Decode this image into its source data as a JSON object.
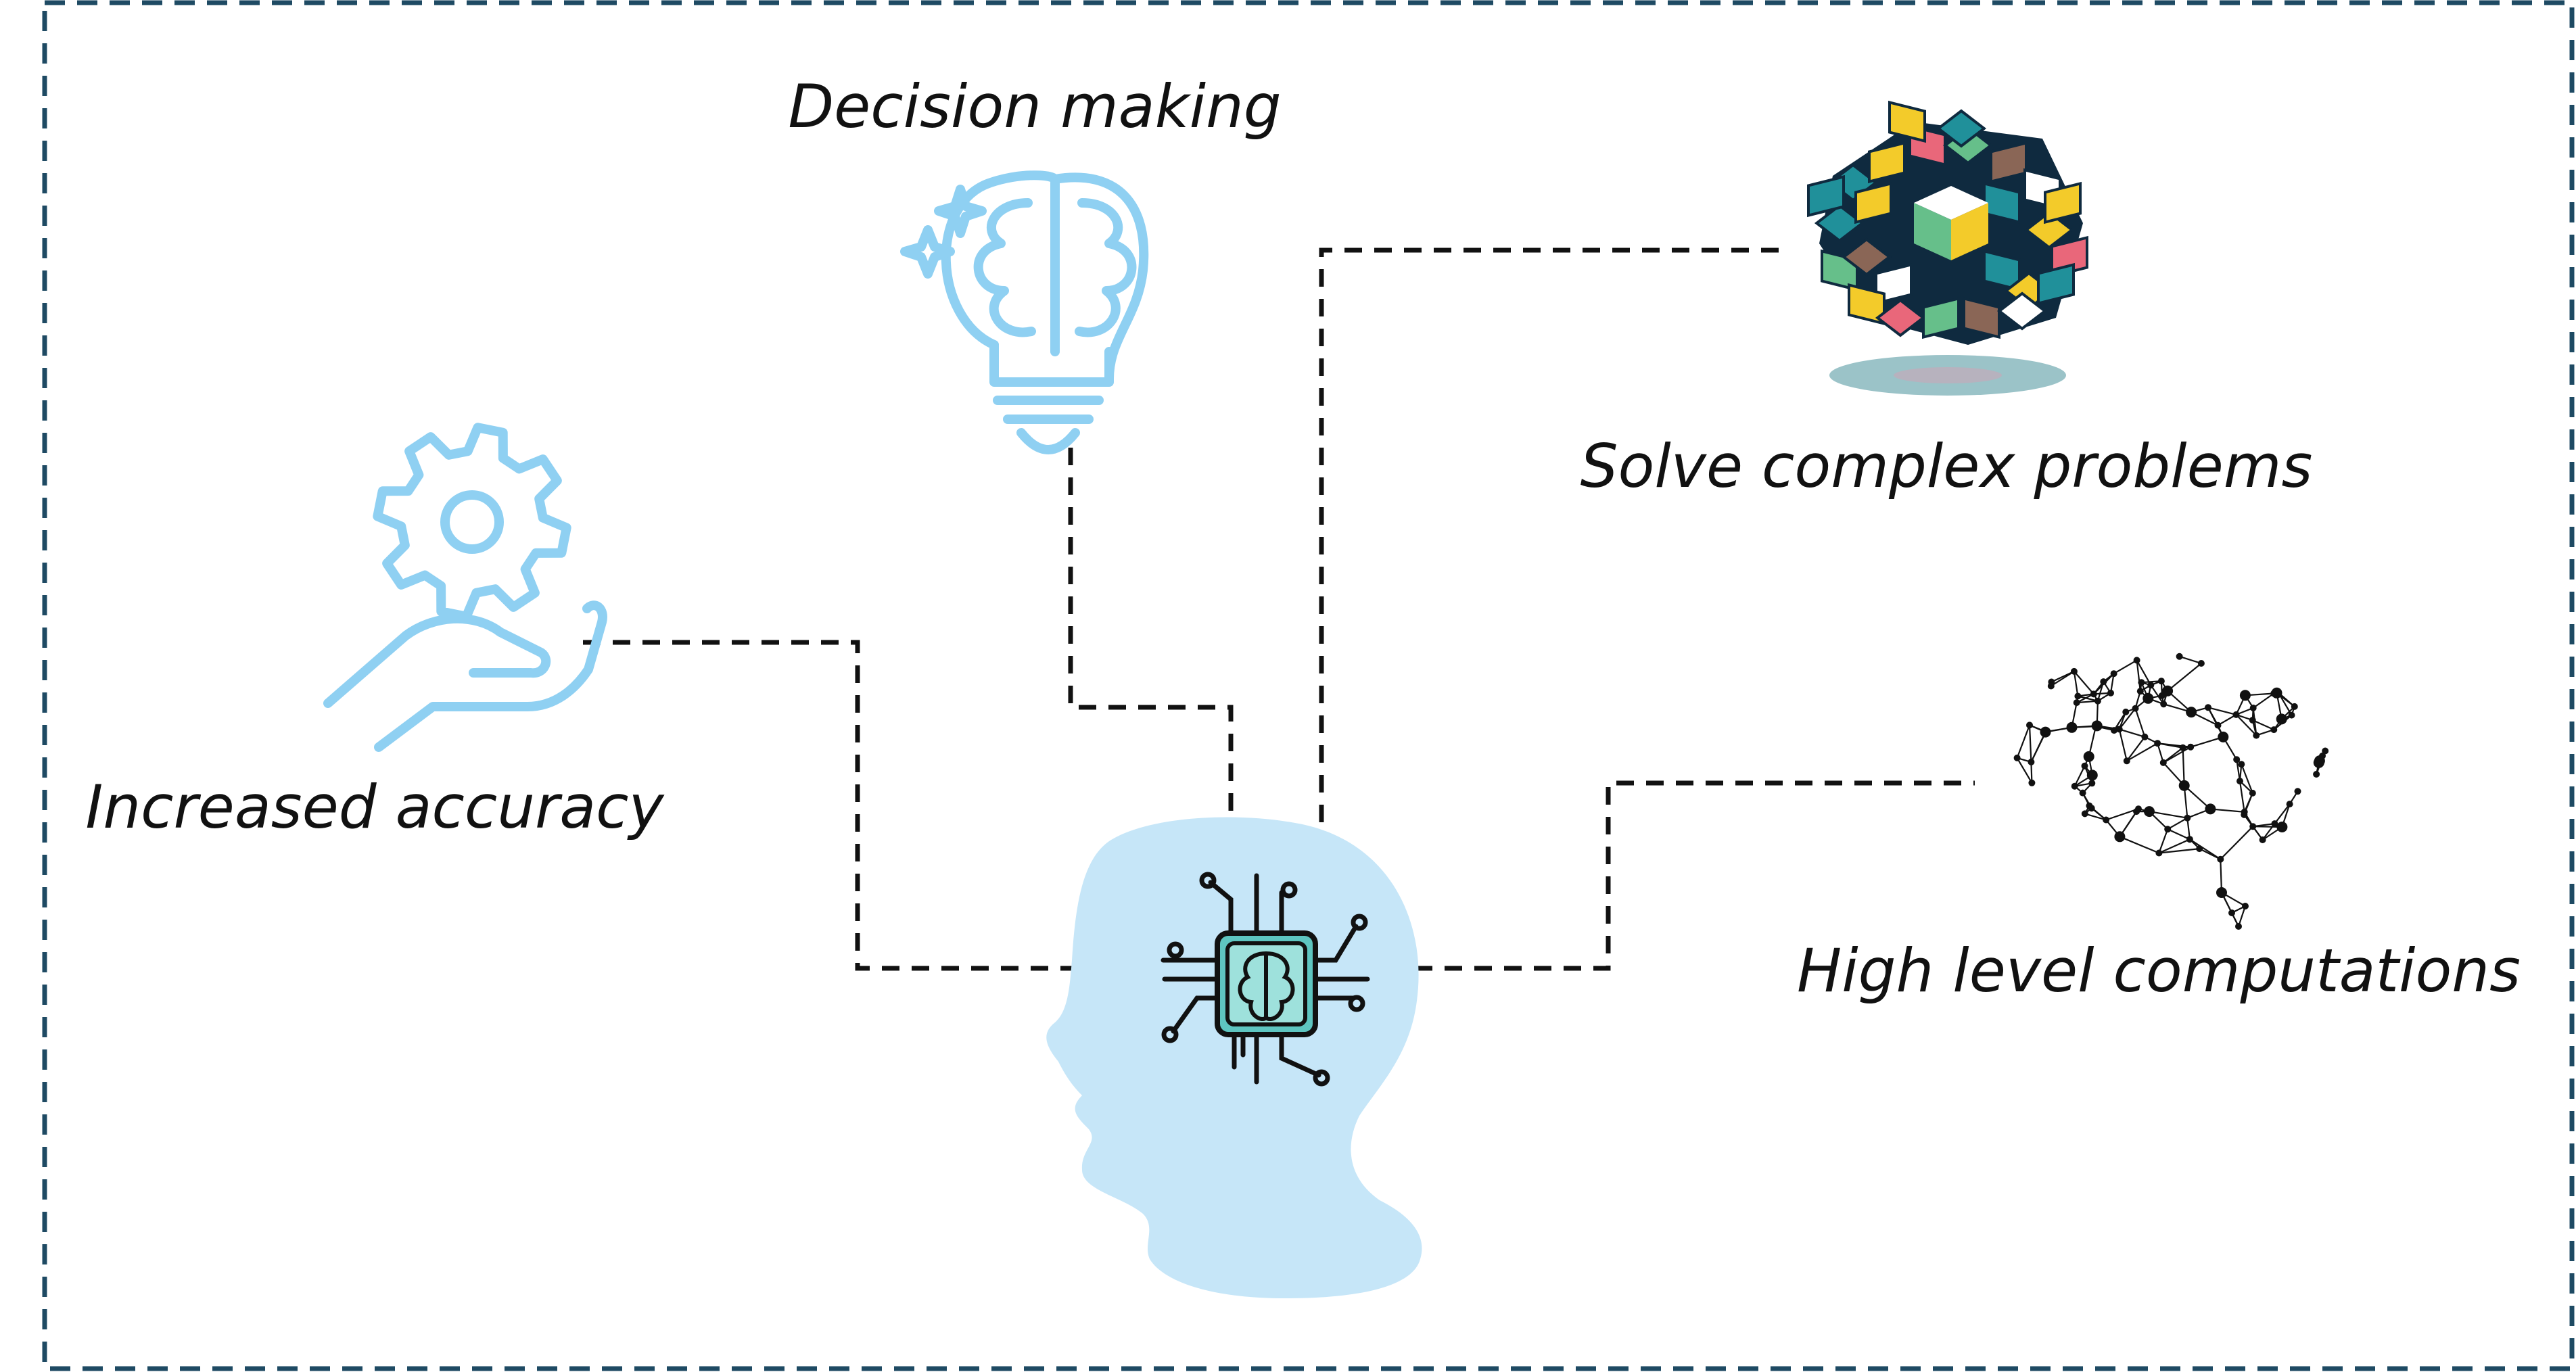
{
  "labels": {
    "decision": "Decision making",
    "accuracy": "Increased accuracy",
    "solve": "Solve complex problems",
    "computations": "High level computations"
  },
  "icons": {
    "center": "ai-head-chip-icon",
    "decision": "brain-lightbulb-icon",
    "accuracy": "hand-gear-icon",
    "solve": "rubiks-cube-icon",
    "computations": "neural-network-brain-icon"
  },
  "colors": {
    "frame": "#1e4a63",
    "line_icon_blue": "#8fd0f2",
    "head_fill": "#c6e6f8",
    "connector": "#111111",
    "cube_navy": "#0f2a3f",
    "cube_teal": "#20909a",
    "cube_yellow": "#f3cb2a",
    "cube_pink": "#e9677a",
    "cube_green": "#66bf8a",
    "cube_brown": "#8a6656"
  }
}
